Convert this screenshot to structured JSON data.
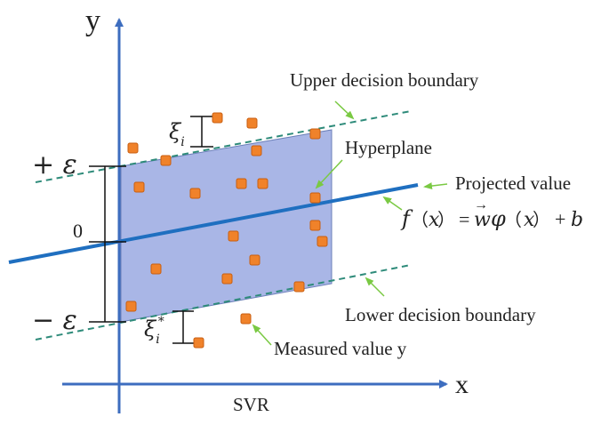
{
  "diagram": {
    "axes": {
      "y_label": "y",
      "x_label": "x",
      "caption": "SVR"
    },
    "y_ticks": {
      "plus_eps": "+ ε",
      "zero": "0",
      "minus_eps": "− ε"
    },
    "slack": {
      "upper": "ξ",
      "upper_sub": "i",
      "lower": "ξ",
      "lower_sub": "i",
      "lower_sup": "*"
    },
    "labels": {
      "upper_boundary": "Upper decision boundary",
      "hyperplane": "Hyperplane",
      "projected_value": "Projected value",
      "lower_boundary": "Lower  decision boundary",
      "measured_value": "Measured value y"
    },
    "formula": {
      "f": "f",
      "open1": "（",
      "x1": "x",
      "close1": "）",
      "eq": "=",
      "vec_arrow": "→",
      "w": "w",
      "phi": "φ",
      "open2": "（",
      "x2": "x",
      "close2": "）",
      "plus": "+",
      "b": "b"
    },
    "colors": {
      "axis": "#3d6dbf",
      "hyperplane": "#1f6fc0",
      "band_fill": "#a9b6e6",
      "boundary": "#2e8b7a",
      "point": "#f0822a",
      "arrow": "#7ac943"
    }
  }
}
